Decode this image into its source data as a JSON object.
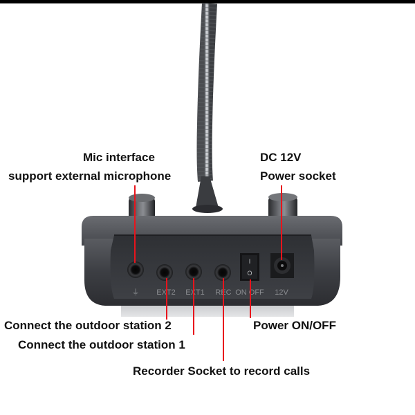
{
  "colors": {
    "background": "#ffffff",
    "leader_line": "#e8141c",
    "device_body": "#3a3c40",
    "label_text": "#111111"
  },
  "labels": {
    "mic_line1": "Mic interface",
    "mic_line2": "support external microphone",
    "dc_line1": "DC 12V",
    "dc_line2": "Power socket",
    "station2": "Connect the outdoor station 2",
    "station1": "Connect the outdoor station 1",
    "power_switch": "Power ON/OFF",
    "recorder": "Recorder Socket to record calls"
  },
  "panel_markings": {
    "mic": "⏚",
    "ext2": "EXT2",
    "ext1": "EXT1",
    "rec": "REC",
    "on_off": "ON OFF",
    "v12": "12V"
  },
  "switch_marks": {
    "on": "I",
    "off": "O"
  }
}
